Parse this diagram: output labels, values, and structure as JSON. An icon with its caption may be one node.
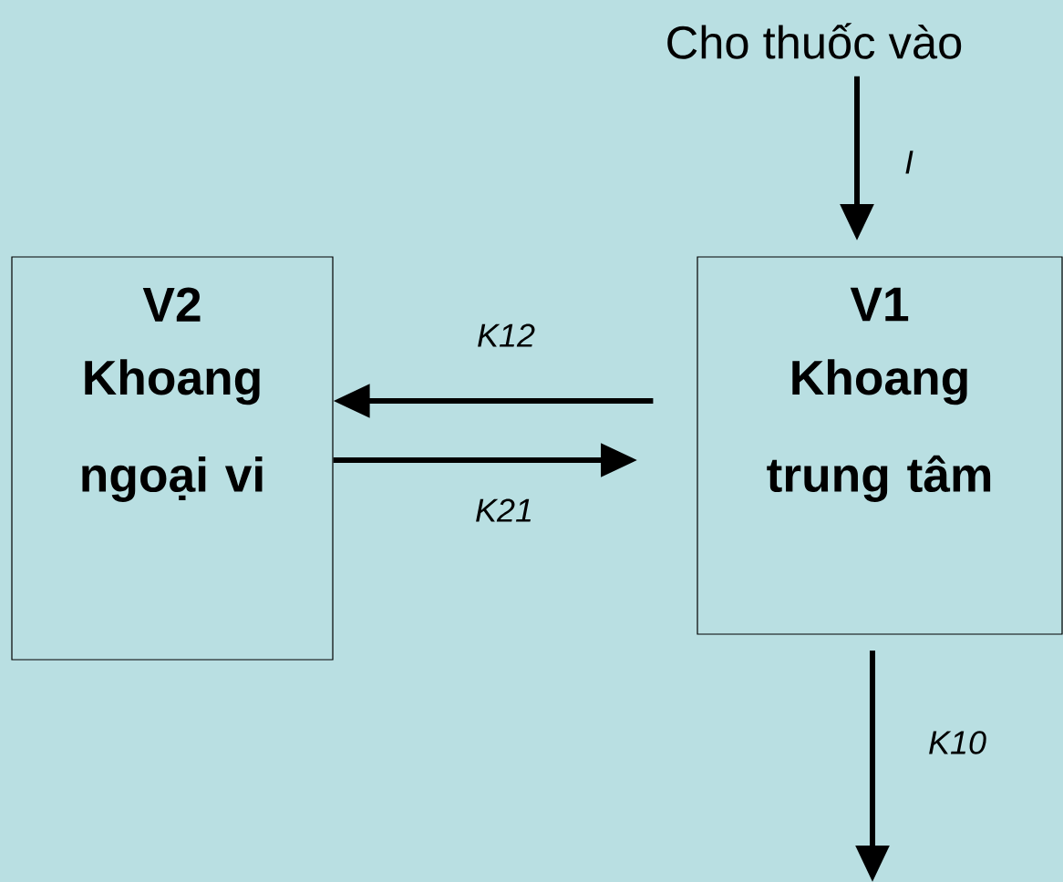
{
  "diagram": {
    "nodes": [
      {
        "text": [
          "Cho thuốc vào"
        ]
      },
      {
        "text": [
          "V2",
          "Khoang ngoại vi"
        ]
      },
      {
        "text": [
          "V1",
          "Khoang trung tâm"
        ]
      }
    ],
    "edges": [
      {
        "from": 0,
        "to": 2,
        "arrow": "to",
        "label": "I"
      },
      {
        "from": 2,
        "to": 1,
        "arrow": "to",
        "label": "K12"
      },
      {
        "from": 1,
        "to": 2,
        "arrow": "to",
        "label": "K21"
      },
      {
        "from": 2,
        "to": null,
        "arrow": "to",
        "label": "K10"
      }
    ]
  }
}
